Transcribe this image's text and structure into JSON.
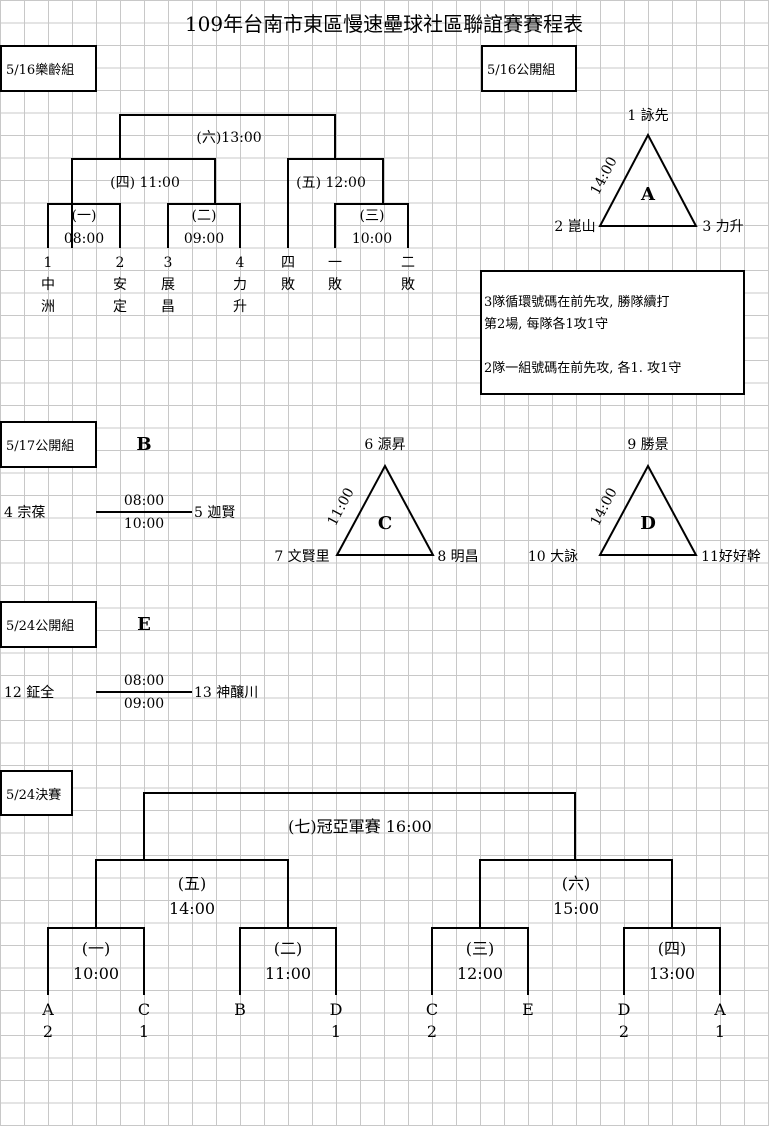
{
  "title": "109年台南市東區慢速壘球社區聯誼賽賽程表",
  "sec_516_senior": {
    "label": "5/16樂齡組",
    "matches": [
      {
        "no": "(一)",
        "time": "08:00"
      },
      {
        "no": "(二)",
        "time": "09:00"
      },
      {
        "no": "(三)",
        "time": "10:00"
      },
      {
        "no": "(四)",
        "time": "11:00"
      },
      {
        "no": "(五)",
        "time": "12:00"
      },
      {
        "no": "(六)",
        "time": "13:00"
      }
    ],
    "teams": [
      {
        "num": "1",
        "c1": "中",
        "c2": "洲"
      },
      {
        "num": "2",
        "c1": "安",
        "c2": "定"
      },
      {
        "num": "3",
        "c1": "展",
        "c2": "昌"
      },
      {
        "num": "4",
        "c1": "力",
        "c2": "升"
      }
    ],
    "losers": [
      {
        "c1": "四",
        "c2": "敗"
      },
      {
        "c1": "一",
        "c2": "敗"
      },
      {
        "c1": "二",
        "c2": "敗"
      }
    ]
  },
  "sec_516_open": {
    "label": "5/16公開組",
    "group": "A",
    "time": "14:00",
    "top": "1 詠先",
    "left": "2 崑山",
    "right": "3 力升"
  },
  "notes": {
    "line1": "3隊循環號碼在前先攻, 勝隊續打",
    "line2": "第2場, 每隊各1攻1守",
    "line3": "2隊一組號碼在前先攻, 各1. 攻1守"
  },
  "sec_517_open": {
    "label": "5/17公開組",
    "group_b": "B",
    "b_left": "4  宗葆",
    "b_right": "5  迦賢",
    "b_time1": "08:00",
    "b_time2": "10:00",
    "group_c": "C",
    "c_time": "11:00",
    "c_top": "6 源昇",
    "c_left": "7 文賢里",
    "c_right": "8 明昌",
    "group_d": "D",
    "d_time": "14:00",
    "d_top": "9 勝景",
    "d_left": "10 大詠",
    "d_right": "11好好幹"
  },
  "sec_524_open": {
    "label": "5/24公開組",
    "group_e": "E",
    "e_left": "12 鉦全",
    "e_right": "13  神釀川",
    "e_time1": "08:00",
    "e_time2": "09:00"
  },
  "sec_524_final": {
    "label": "5/24決賽",
    "final": "(七)冠亞軍賽 16:00",
    "semis": [
      {
        "no": "(五)",
        "time": "14:00"
      },
      {
        "no": "(六)",
        "time": "15:00"
      }
    ],
    "quarters": [
      {
        "no": "(一)",
        "time": "10:00"
      },
      {
        "no": "(二)",
        "time": "11:00"
      },
      {
        "no": "(三)",
        "time": "12:00"
      },
      {
        "no": "(四)",
        "time": "13:00"
      }
    ],
    "slots": [
      {
        "g": "A",
        "r": "2"
      },
      {
        "g": "C",
        "r": "1"
      },
      {
        "g": "B",
        "r": ""
      },
      {
        "g": "D",
        "r": "1"
      },
      {
        "g": "C",
        "r": "2"
      },
      {
        "g": "E",
        "r": ""
      },
      {
        "g": "D",
        "r": "2"
      },
      {
        "g": "A",
        "r": "1"
      }
    ]
  }
}
